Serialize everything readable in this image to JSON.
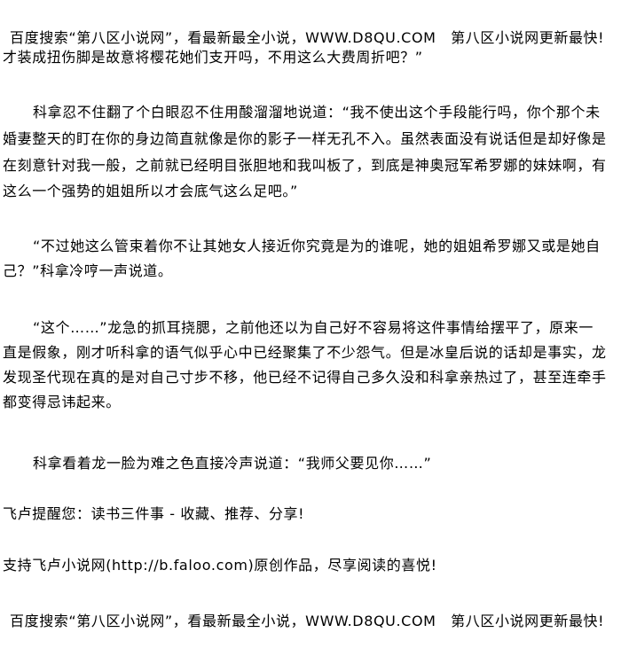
{
  "header_ad": "百度搜索“第八区小说网”，看最新最全小说，WWW.D8QU.COM　第八区小说网更新最快!",
  "paragraphs": [
    {
      "lines": [
        "才装成扭伤脚是故意将樱花她们支开吗，不用这么大费周折吧？”"
      ]
    },
    {
      "lines": [
        "科拿忍不住翻了个白眼忍不住用酸溜溜地说道：“我不使出这个手段能行吗，你个那个未",
        "婚妻整天的盯在你的身边简直就像是你的影子一样无孔不入。虽然表面没有说话但是却好像是",
        "在刻意针对我一般，之前就已经明目张胆地和我叫板了，到底是神奥冠军希罗娜的妹妹啊，有",
        "这么一个强势的姐姐所以才会底气这么足吧。”"
      ]
    },
    {
      "lines": [
        "“不过她这么管束着你不让其她女人接近你究竟是为的谁呢，她的姐姐希罗娜又或是她自",
        "己？”科拿冷哼一声说道。"
      ]
    },
    {
      "lines": [
        "“这个……”龙急的抓耳挠腮，之前他还以为自己好不容易将这件事情给摆平了，原来一",
        "直是假象，刚才听科拿的语气似乎心中已经聚集了不少怨气。但是冰皇后说的话却是事实，龙",
        "发现圣代现在真的是对自己寸步不移，他已经不记得自己多久没和科拿亲热过了，甚至连牵手",
        "都变得忌讳起来。"
      ]
    },
    {
      "lines": [
        "科拿看着龙一脸为难之色直接冷声说道：“我师父要见你……”"
      ]
    }
  ],
  "reminder": "飞卢提醒您：读书三件事 - 收藏、推荐、分享!",
  "support": "支持飞卢小说网(http://b.faloo.com)原创作品，尽享阅读的喜悦!",
  "footer_ad": "百度搜索“第八区小说网”，看最新最全小说，WWW.D8QU.COM　第八区小说网更新最快!"
}
